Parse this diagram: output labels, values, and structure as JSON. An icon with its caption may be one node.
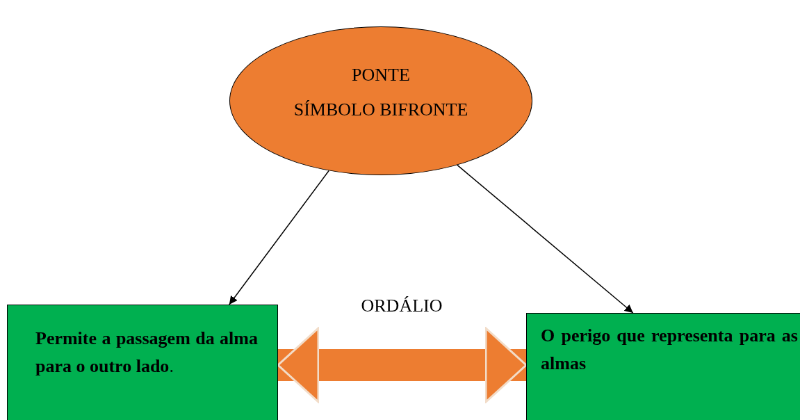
{
  "diagram": {
    "nodes": [
      {
        "text": [
          "PONTE",
          "SÍMBOLO BIFRONTE"
        ]
      },
      {
        "text": [
          "**Permite a passagem da alma para o outro lado**."
        ]
      },
      {
        "text": [
          "O perigo que representa para as almas"
        ]
      }
    ],
    "edges": [
      {
        "from": 0,
        "to": 1,
        "arrow": "to"
      },
      {
        "from": 0,
        "to": 2,
        "arrow": "to"
      },
      {
        "from": 1,
        "to": 2,
        "arrow": "both",
        "label": "ORDÁLIO",
        "style": "thick",
        "color": "#ed7d31"
      }
    ]
  }
}
